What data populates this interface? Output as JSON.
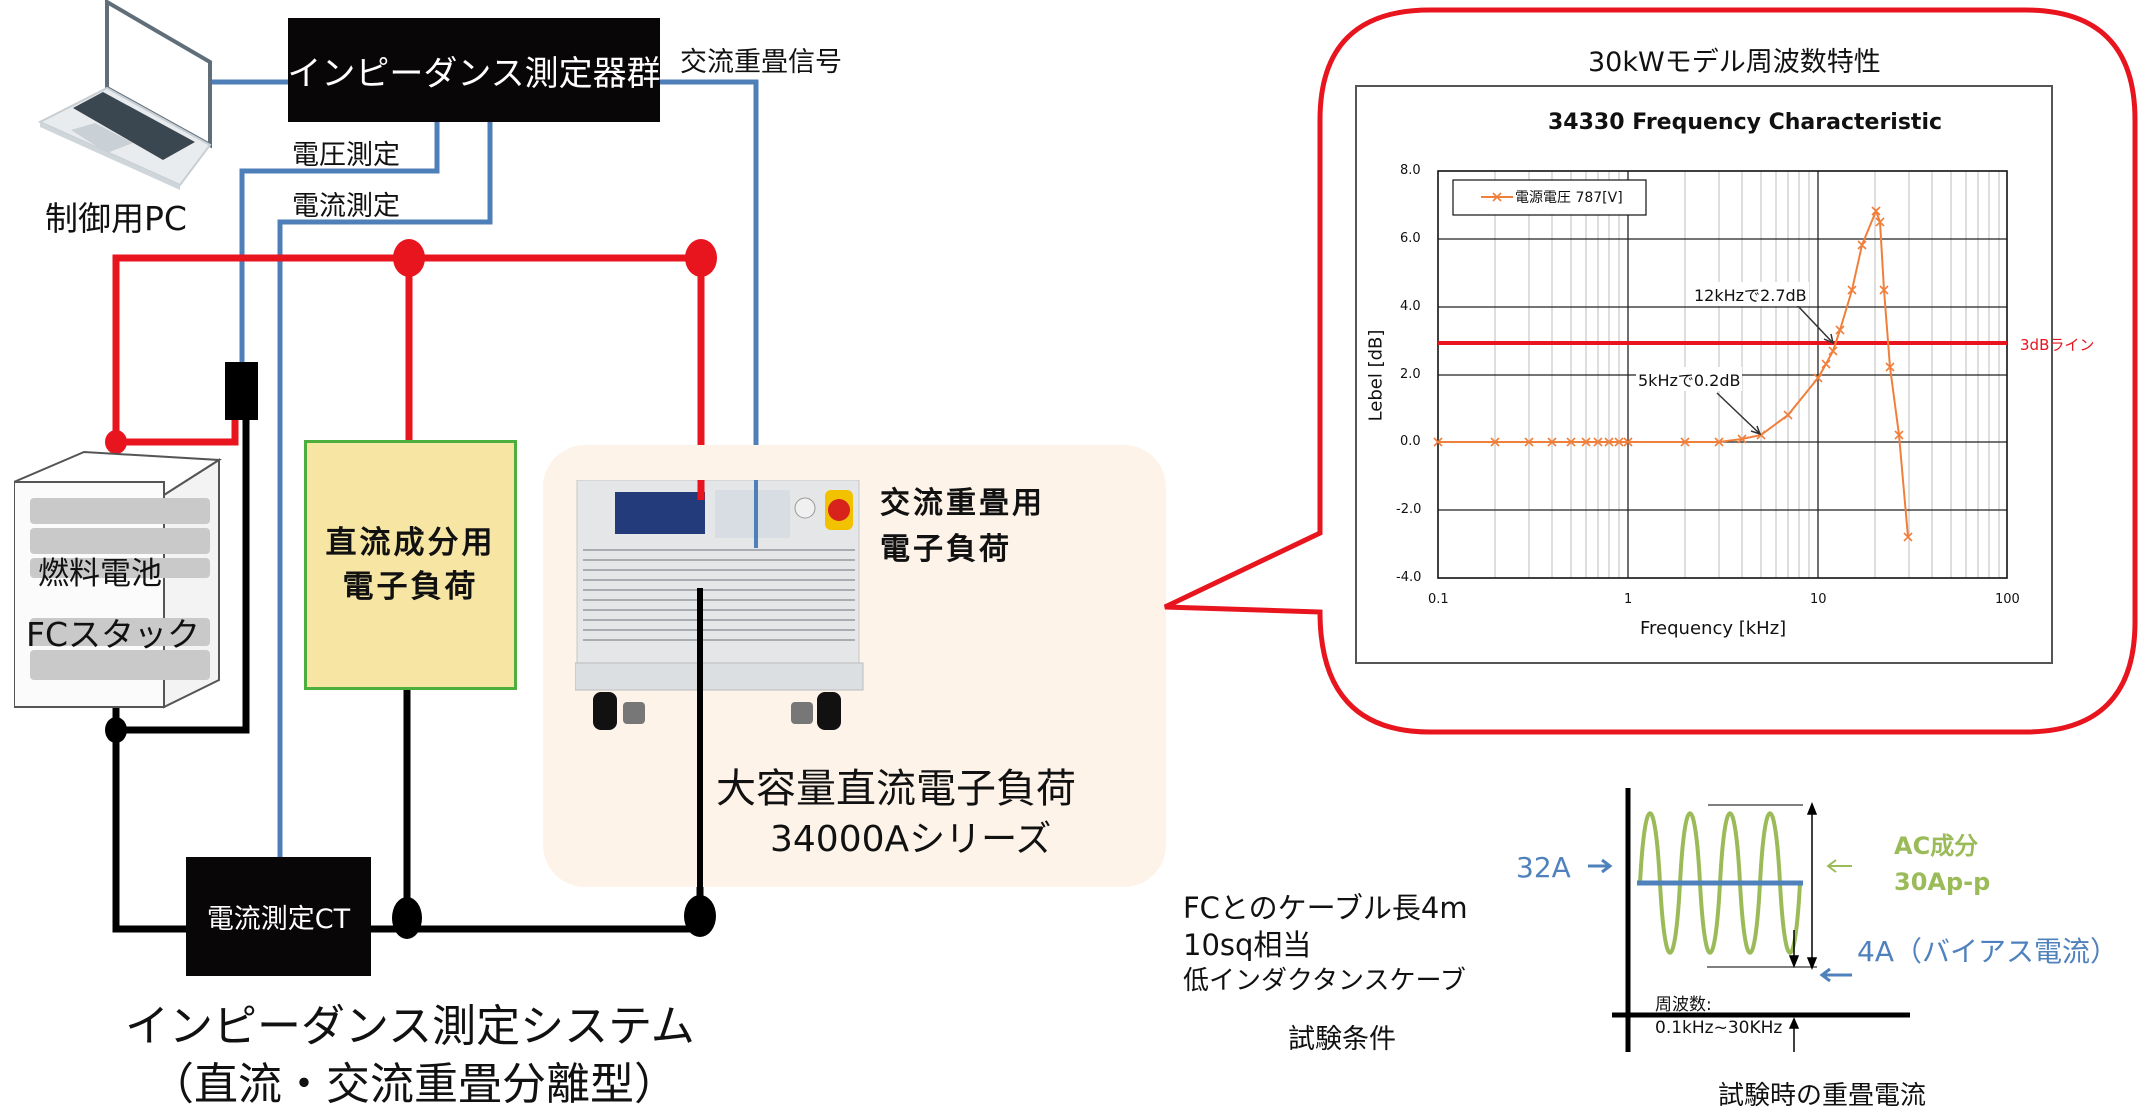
{
  "system": {
    "pc_label": "制御用PC",
    "impedance_box": "インピーダンス測定器群",
    "ac_signal_label": "交流重畳信号",
    "voltage_label": "電圧測定",
    "current_label": "電流測定",
    "fc_line1": "燃料電池",
    "fc_line2": "FCスタック",
    "dc_load_line1": "直流成分用",
    "dc_load_line2": "電子負荷",
    "ac_load_line1": "交流重畳用",
    "ac_load_line2": "電子負荷",
    "big_load_line1": "大容量直流電子負荷",
    "big_load_line2": "34000Aシリーズ",
    "ct_label": "電流測定CT",
    "title_line1": "インピーダンス測定システム",
    "title_line2": "（直流・交流重畳分離型）"
  },
  "callout": {
    "heading": "30kWモデル周波数特性"
  },
  "chart_data": {
    "type": "line",
    "title": "34330 Frequency Characteristic",
    "xlabel": "Frequency [kHz]",
    "ylabel": "Lebel [dB]",
    "xscale": "log",
    "xlim": [
      0.1,
      100
    ],
    "ylim": [
      -4.0,
      8.0
    ],
    "x_ticks": [
      "0.1",
      "1",
      "10",
      "100"
    ],
    "y_ticks": [
      "8.0",
      "6.0",
      "4.0",
      "2.0",
      "0.0",
      "-2.0",
      "-4.0"
    ],
    "grid": true,
    "legend_position": "upper-left",
    "series": [
      {
        "name": "電源電圧 787[V]",
        "color": "#f07f3c",
        "marker": "x",
        "x": [
          0.1,
          0.2,
          0.3,
          0.4,
          0.5,
          0.6,
          0.7,
          0.8,
          0.9,
          1,
          2,
          3,
          4,
          5,
          7,
          10,
          11,
          12,
          13,
          15,
          17,
          20,
          21,
          22,
          24,
          27,
          30
        ],
        "values": [
          0,
          0,
          0,
          0,
          0,
          0,
          0,
          0,
          0,
          0,
          0,
          0,
          0.1,
          0.2,
          0.8,
          1.9,
          2.3,
          2.7,
          3.3,
          4.5,
          5.8,
          6.8,
          6.5,
          4.5,
          2.2,
          0.2,
          -2.8
        ]
      }
    ],
    "reference_line": {
      "label": "3dBライン",
      "y": 2.9,
      "color": "#e8141e"
    },
    "annotations": [
      {
        "text": "12kHzで2.7dB",
        "x": 12,
        "y": 2.7
      },
      {
        "text": "5kHzで0.2dB",
        "x": 5,
        "y": 0.2
      }
    ]
  },
  "conditions": {
    "line1": "FCとのケーブル長4m",
    "line2": "10sq相当",
    "line3": "低インダクタンスケーブ",
    "caption": "試験条件"
  },
  "waveform": {
    "dc_label": "32A",
    "ac_label_line1": "AC成分",
    "ac_label_line2": "30Ap-p",
    "bias_label": "4A（バイアス電流）",
    "freq_label_line1": "周波数:",
    "freq_label_line2": "0.1kHz~30KHz",
    "caption": "試験時の重畳電流",
    "dc_color": "#4f81bd",
    "ac_color": "#9bbb59"
  },
  "colors": {
    "power_line": "#e8141e",
    "signal_line": "#4f7fb8",
    "return_line": "#000000",
    "callout_border": "#e8141e"
  }
}
